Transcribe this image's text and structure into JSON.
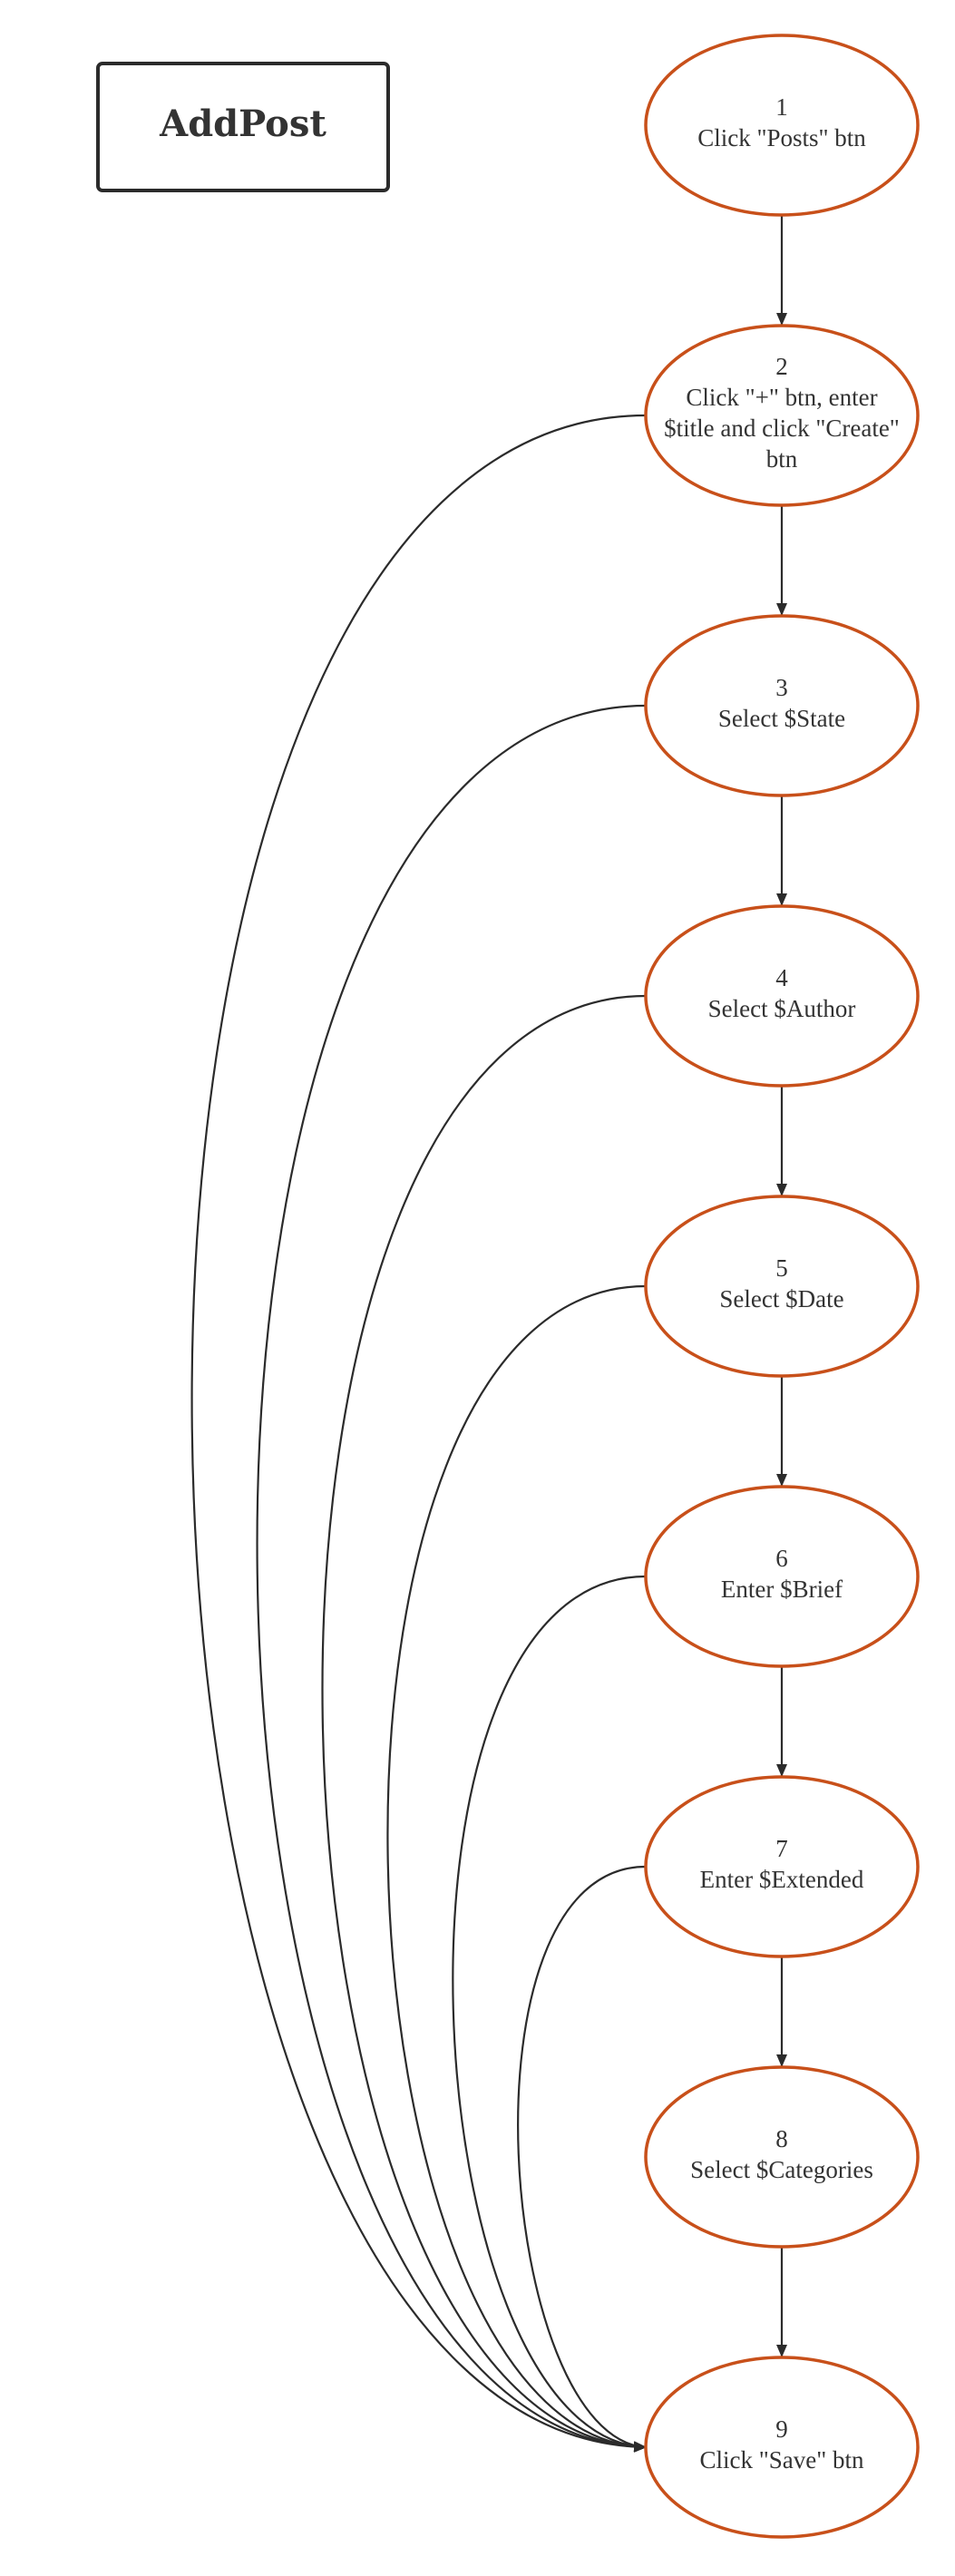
{
  "title": "AddPost",
  "colors": {
    "node_border": "#c8501a",
    "edge": "#2b2b2b",
    "text": "#333333"
  },
  "nodes": [
    {
      "id": "1",
      "lines": [
        "1",
        "Click \"Posts\" btn"
      ]
    },
    {
      "id": "2",
      "lines": [
        "2",
        "Click \"+\" btn, enter",
        "$title and click \"Create\"",
        "btn"
      ]
    },
    {
      "id": "3",
      "lines": [
        "3",
        "Select $State"
      ]
    },
    {
      "id": "4",
      "lines": [
        "4",
        "Select $Author"
      ]
    },
    {
      "id": "5",
      "lines": [
        "5",
        "Select $Date"
      ]
    },
    {
      "id": "6",
      "lines": [
        "6",
        "Enter $Brief"
      ]
    },
    {
      "id": "7",
      "lines": [
        "7",
        "Enter $Extended"
      ]
    },
    {
      "id": "8",
      "lines": [
        "8",
        "Select $Categories"
      ]
    },
    {
      "id": "9",
      "lines": [
        "9",
        "Click \"Save\" btn"
      ]
    }
  ],
  "edges": [
    {
      "from": "1",
      "to": "2",
      "kind": "sequential"
    },
    {
      "from": "2",
      "to": "3",
      "kind": "sequential"
    },
    {
      "from": "3",
      "to": "4",
      "kind": "sequential"
    },
    {
      "from": "4",
      "to": "5",
      "kind": "sequential"
    },
    {
      "from": "5",
      "to": "6",
      "kind": "sequential"
    },
    {
      "from": "6",
      "to": "7",
      "kind": "sequential"
    },
    {
      "from": "7",
      "to": "8",
      "kind": "sequential"
    },
    {
      "from": "8",
      "to": "9",
      "kind": "sequential"
    },
    {
      "from": "2",
      "to": "9",
      "kind": "skip"
    },
    {
      "from": "3",
      "to": "9",
      "kind": "skip"
    },
    {
      "from": "4",
      "to": "9",
      "kind": "skip"
    },
    {
      "from": "5",
      "to": "9",
      "kind": "skip"
    },
    {
      "from": "6",
      "to": "9",
      "kind": "skip"
    },
    {
      "from": "7",
      "to": "9",
      "kind": "skip"
    }
  ]
}
